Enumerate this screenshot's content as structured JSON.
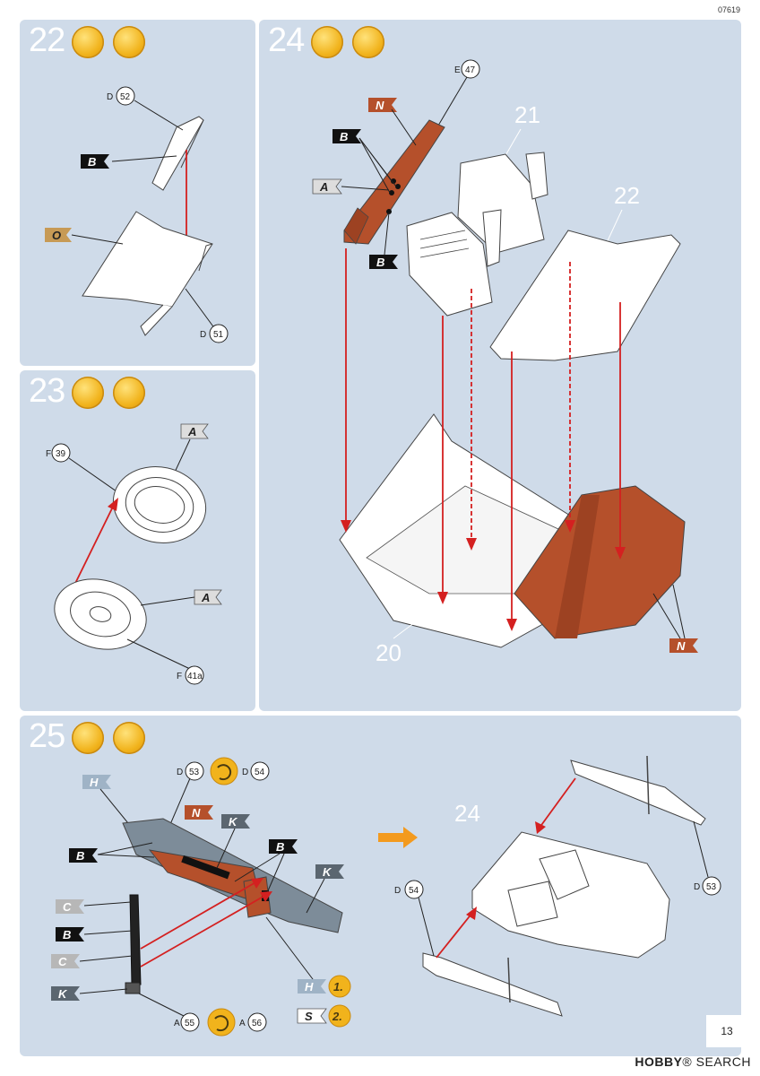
{
  "document_code": "07619",
  "page_number": "13",
  "watermark": {
    "brand": "HOBBY",
    "suffix": "SEARCH",
    "mark": "®"
  },
  "steps": {
    "s22": {
      "number": "22",
      "parts": {
        "top": "52",
        "bottom": "51"
      },
      "part_prefix": "D",
      "flags": {
        "b": "B",
        "o": "O"
      }
    },
    "s23": {
      "number": "23",
      "parts": {
        "top": "39",
        "bottom": "41a"
      },
      "part_prefix": "F",
      "flags": {
        "a1": "A",
        "a2": "A"
      }
    },
    "s24": {
      "number": "24",
      "parts": {
        "top": "47"
      },
      "part_prefix": "E",
      "labels": {
        "seat": "21",
        "panel": "22",
        "body": "20"
      },
      "flags": {
        "n1": "N",
        "b1": "B",
        "a": "A",
        "b2": "B",
        "n2": "N"
      }
    },
    "s25": {
      "number": "25",
      "parts": {
        "d53": "53",
        "d54": "54",
        "a55": "55",
        "a56": "56",
        "d54b": "54",
        "d53b": "53"
      },
      "prefixes": {
        "d": "D",
        "a": "A"
      },
      "flags": {
        "h": "H",
        "n": "N",
        "k1": "K",
        "b1": "B",
        "b2": "B",
        "k2": "K",
        "c1": "C",
        "b3": "B",
        "c2": "C",
        "k3": "K",
        "h2": "H",
        "s": "S"
      },
      "order": {
        "first": "1.",
        "second": "2."
      },
      "label_24": "24"
    }
  },
  "colors": {
    "panel": "#cfdbe9",
    "red_arrow": "#d42020",
    "orange_part": "#b5502b",
    "gray_part": "#7d8c99",
    "gold": "#f1b31c",
    "orange_arrow": "#f39a1e"
  }
}
